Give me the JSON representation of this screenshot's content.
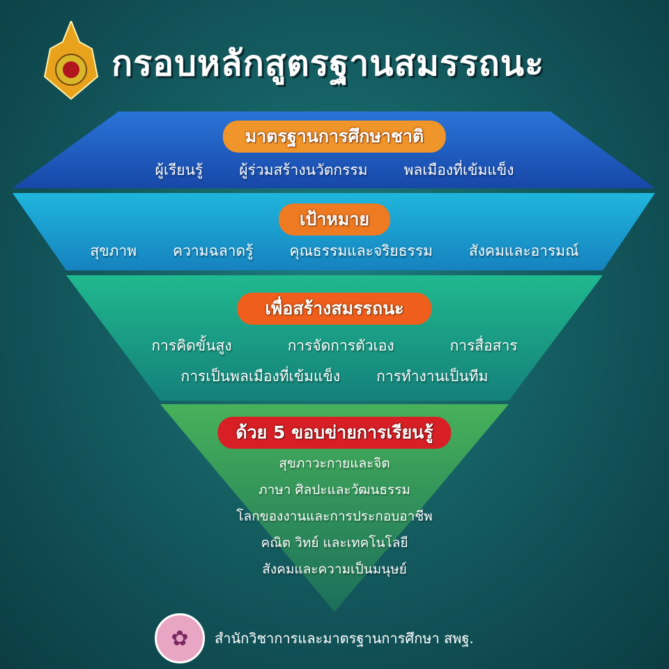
{
  "title": "กรอบหลักสูตรฐานสมรรถนะ",
  "layers": [
    {
      "heading": "มาตรฐานการศึกษาชาติ",
      "items": [
        "ผู้เรียนรู้",
        "ผู้ร่วมสร้างนวัตกรรม",
        "พลเมืองที่เข้มแข็ง"
      ],
      "color": "#1d5fc4"
    },
    {
      "heading": "เป้าหมาย",
      "items": [
        "สุขภาพ",
        "ความฉลาดรู้",
        "คุณธรรมและจริยธรรม",
        "สังคมและอารมณ์"
      ],
      "color": "#1a9fd0"
    },
    {
      "heading": "เพื่อสร้างสมรรถนะ",
      "items": [
        "การคิดขั้นสูง",
        "การจัดการตัวเอง",
        "การสื่อสาร"
      ],
      "items2": [
        "การเป็นพลเมืองที่เข้มแข็ง",
        "การทำงานเป็นทีม"
      ],
      "color": "#1fae8e"
    },
    {
      "heading": "ด้วย 5 ขอบข่ายการเรียนรู้",
      "items": [
        "สุขภาวะกายและจิต",
        "ภาษา ศิลปะและวัฒนธรรม",
        "โลกของงานและการประกอบอาชีพ",
        "คณิต วิทย์ และเทคโนโลยี",
        "สังคมและความเป็นมนุษย์"
      ],
      "color": "#3ea552"
    }
  ],
  "footer": "สำนักวิชาการและมาตรฐานการศึกษา สพฐ."
}
